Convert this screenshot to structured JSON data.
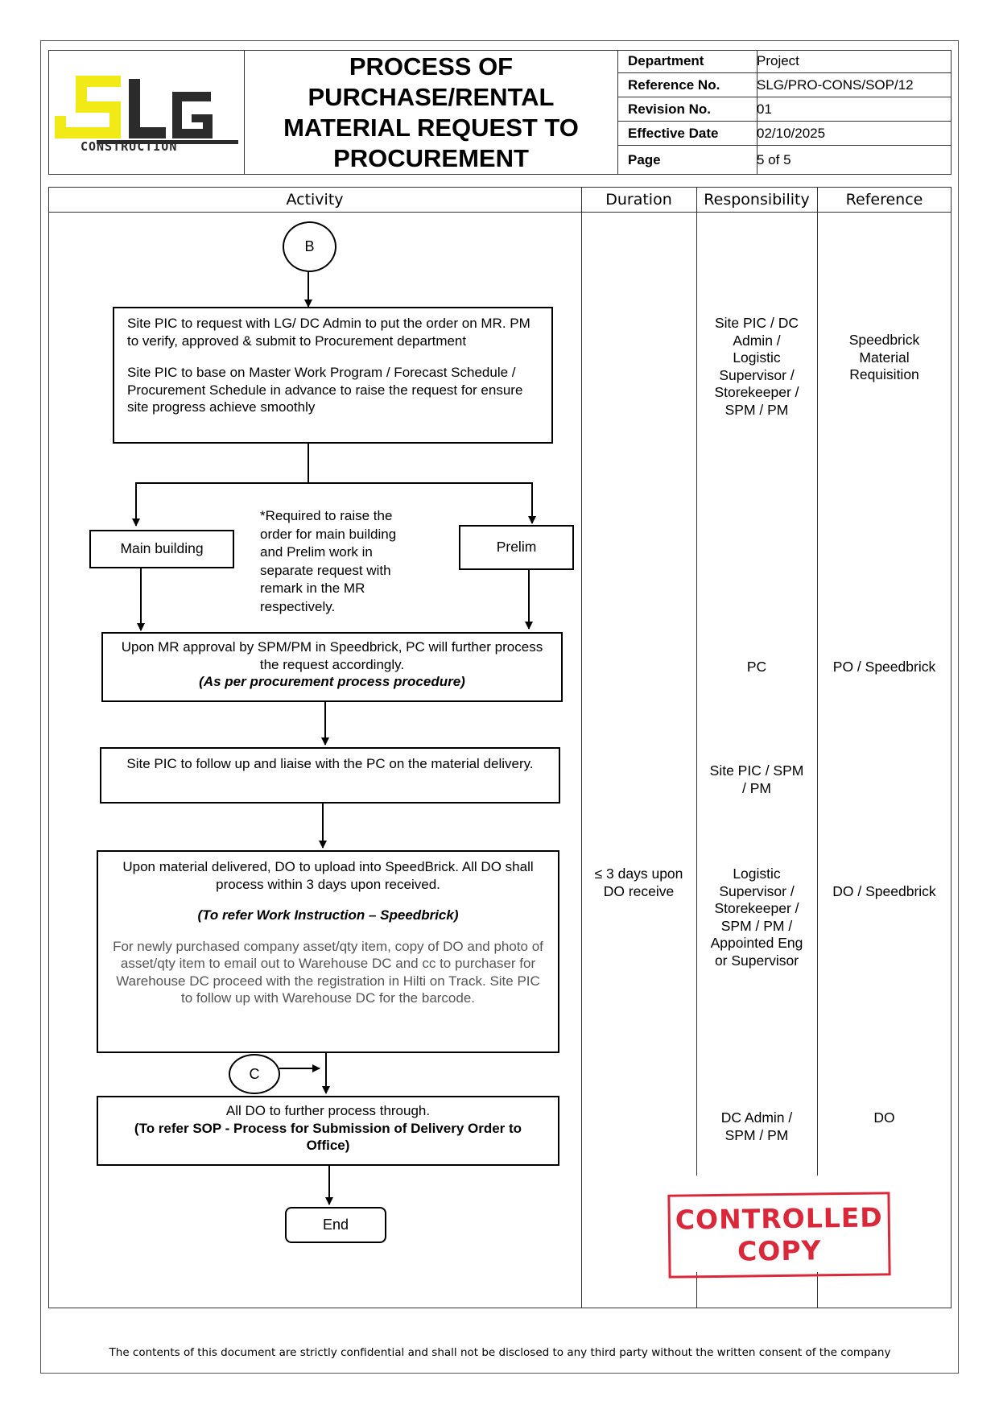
{
  "header": {
    "title": "PROCESS OF\nPURCHASE/RENTAL\nMATERIAL REQUEST TO\nPROCUREMENT",
    "logo_text": "SLG",
    "logo_subtext": "CONSTRUCTION",
    "meta": [
      {
        "label": "Department",
        "value": "Project"
      },
      {
        "label": "Reference No.",
        "value": "SLG/PRO-CONS/SOP/12"
      },
      {
        "label": "Revision No.",
        "value": "01"
      },
      {
        "label": "Effective Date",
        "value": "02/10/2025"
      },
      {
        "label": "Page",
        "value": "5 of 5"
      }
    ]
  },
  "columns": {
    "activity": "Activity",
    "duration": "Duration",
    "responsibility": "Responsibility",
    "reference": "Reference"
  },
  "flow": {
    "connector_b": "B",
    "step1_p1": "Site PIC to request with LG/ DC Admin to put the order on MR. PM to verify, approved & submit to Procurement department",
    "step1_p2": "Site PIC to base on Master Work Program / Forecast Schedule / Procurement Schedule in advance to raise the request for ensure site progress achieve smoothly",
    "branch_left": "Main building",
    "branch_right": "Prelim",
    "branch_note": "*Required to raise the order for main building and Prelim work in separate request with remark in the MR respectively.",
    "step2_text": "Upon MR approval by SPM/PM in Speedbrick, PC will further process the request accordingly.",
    "step2_bold": "(As per procurement process procedure)",
    "step3_text": "Site PIC to follow up and liaise with the PC on the material delivery.",
    "step4_text": "Upon material delivered, DO to upload into SpeedBrick. All DO shall process within 3 days upon received.",
    "step4_bold": "(To refer Work Instruction – Speedbrick)",
    "step4_note": "For newly purchased company asset/qty item, copy of DO and photo of asset/qty item to email out to Warehouse DC and cc to purchaser for Warehouse DC proceed with the registration in Hilti on Track. Site PIC to follow up with Warehouse DC for the barcode.",
    "connector_c": "C",
    "step5_text": "All DO to further process through.",
    "step5_bold": "(To refer SOP - Process for Submission of Delivery Order to Office)",
    "end": "End"
  },
  "rows": {
    "r1_resp": "Site PIC / DC\nAdmin /\nLogistic\nSupervisor /\nStorekeeper /\nSPM / PM",
    "r1_ref": "Speedbrick\nMaterial\nRequisition",
    "r2_resp": "PC",
    "r2_ref": "PO / Speedbrick",
    "r3_resp": "Site PIC / SPM\n/ PM",
    "r4_dur": "≤ 3 days upon\nDO receive",
    "r4_resp": "Logistic\nSupervisor /\nStorekeeper /\nSPM / PM /\nAppointed Eng\nor Supervisor",
    "r4_ref": "DO / Speedbrick",
    "r5_resp": "DC Admin /\nSPM / PM",
    "r5_ref": "DO"
  },
  "stamp": {
    "line1": "CONTROLLED",
    "line2": "COPY"
  },
  "footer": "The contents of this document are strictly confidential and shall not be disclosed to any third party without the written consent of the company",
  "colors": {
    "stamp": "#d9283a",
    "logo_yellow": "#f2ea16",
    "logo_dark": "#2b2b2b"
  }
}
